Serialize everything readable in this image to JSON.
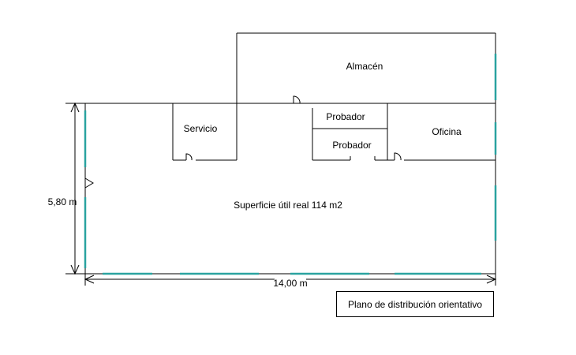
{
  "rooms": {
    "almacen": "Almacén",
    "servicio": "Servicio",
    "probador_1": "Probador",
    "probador_2": "Probador",
    "oficina": "Oficina",
    "main_area": "Superficie útil real 114 m2"
  },
  "dimensions": {
    "height": "5,80 m",
    "width": "14,00 m"
  },
  "legend": "Plano de distribución orientativo",
  "colors": {
    "walls": "#000000",
    "windows": "#2aa3a0",
    "background": "#ffffff"
  }
}
